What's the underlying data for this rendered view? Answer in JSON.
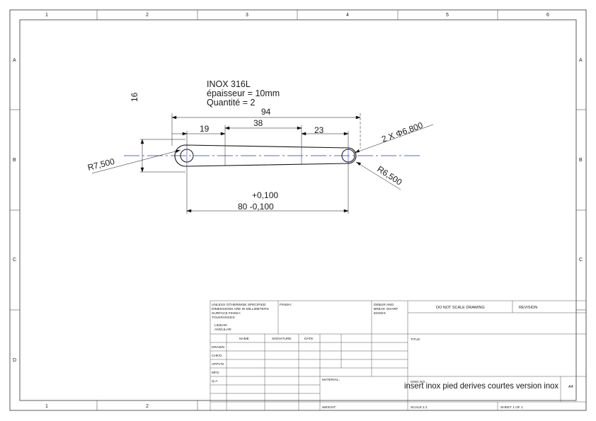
{
  "sheet": {
    "zones_columns": [
      "1",
      "2",
      "3",
      "4",
      "5",
      "6"
    ],
    "zones_rows": [
      "A",
      "B",
      "C",
      "D"
    ]
  },
  "part_note": {
    "material": "INOX 316L",
    "thickness": "épaisseur = 10mm",
    "quantity": "Quantité = 2"
  },
  "dimensions": {
    "height": "16",
    "overall_length": "94",
    "left_offset": "19",
    "middle_span": "38",
    "right_offset": "23",
    "left_radius": "R7,500",
    "right_radius": "R6,500",
    "holes": "2 X Φ6,800",
    "center_distance": "80 -0,100",
    "center_tolerance_upper": "+0,100"
  },
  "title_block": {
    "general_notes": [
      "UNLESS OTHERWISE SPECIFIED:",
      "DIMENSIONS ARE IN MILLIMETERS",
      "SURFACE FINISH:",
      "TOLERANCES:",
      "LINEAR:",
      "ANGULAR:"
    ],
    "finish": "FINISH:",
    "deburr": [
      "DEBUR AND",
      "BREAK SHARP",
      "EDGES"
    ],
    "do_not_scale": "DO NOT SCALE DRAWING",
    "revision": "REVISION",
    "col_name": "NAME",
    "col_signature": "SIGNATURE",
    "col_date": "DATE",
    "rows": [
      "DRAWN",
      "CHK'D",
      "APPV'D",
      "MFG",
      "Q.A"
    ],
    "title_label": "TITLE:",
    "material_label": "MATERIAL:",
    "dwg_no_label": "DWG NO.",
    "dwg_no": "insert inox pied derives courtes version inox",
    "size": "A4",
    "weight_label": "WEIGHT:",
    "scale": "SCALE:1:1",
    "sheet": "SHEET 1 OF 1"
  }
}
